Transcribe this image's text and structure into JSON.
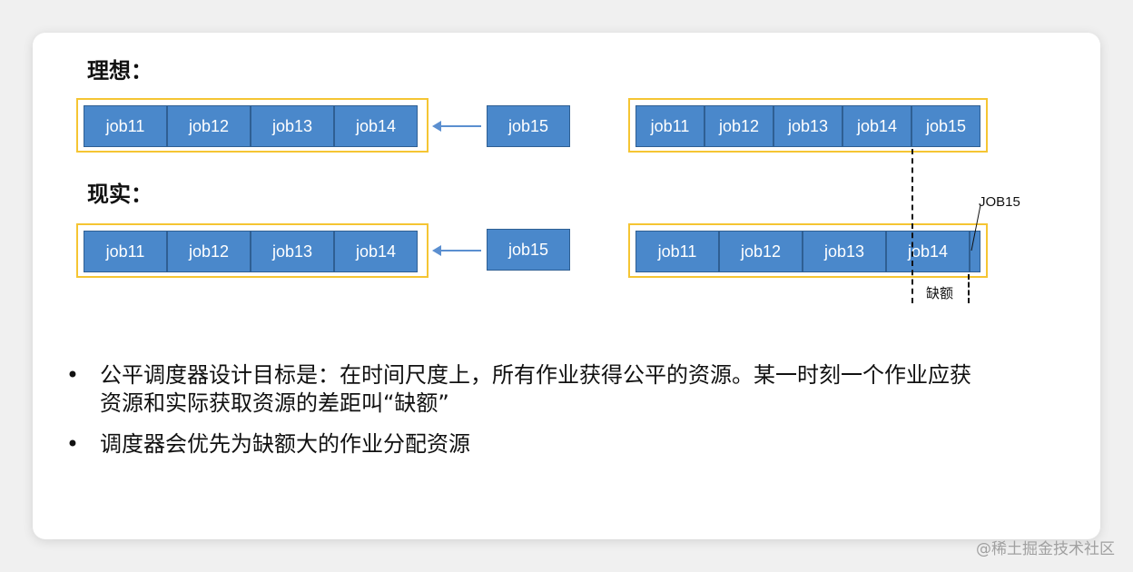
{
  "headings": {
    "ideal": "理想：",
    "reality": "现实："
  },
  "ideal": {
    "left_jobs": [
      "job11",
      "job12",
      "job13",
      "job14"
    ],
    "incoming_job": "job15",
    "right_jobs": [
      "job11",
      "job12",
      "job13",
      "job14",
      "job15"
    ]
  },
  "reality": {
    "left_jobs": [
      "job11",
      "job12",
      "job13",
      "job14"
    ],
    "incoming_job": "job15",
    "right_jobs": [
      "job11",
      "job12",
      "job13",
      "job14"
    ],
    "callout_label": "JOB15",
    "gap_label": "缺额"
  },
  "bullets": [
    "公平调度器设计目标是：在时间尺度上，所有作业获得公平的资源。某一时刻一个作业应获资源和实际获取资源的差距叫“缺额”",
    "调度器会优先为缺额大的作业分配资源"
  ],
  "bullet_symbol": "•",
  "watermark": "@稀土掘金技术社区",
  "colors": {
    "job_fill": "#4a88cb",
    "frame": "#f5c533",
    "arrow": "#5b8fd0"
  }
}
